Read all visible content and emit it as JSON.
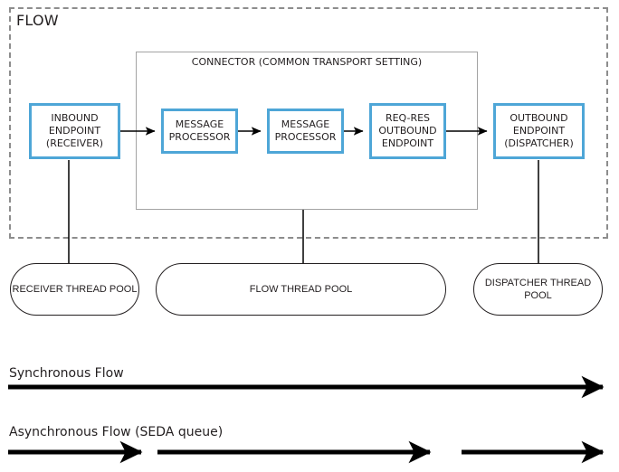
{
  "diagram": {
    "title": "FLOW",
    "connector": {
      "line1": "CONNECTOR",
      "line2": "(COMMON TRANSPORT SETTING)"
    },
    "nodes": {
      "inbound": {
        "line1": "INBOUND",
        "line2": "ENDPOINT",
        "line3": "(RECEIVER)"
      },
      "processor1": {
        "line1": "MESSAGE",
        "line2": "PROCESSOR"
      },
      "processor2": {
        "line1": "MESSAGE",
        "line2": "PROCESSOR"
      },
      "reqres": {
        "line1": "REQ-RES",
        "line2": "OUTBOUND",
        "line3": "ENDPOINT"
      },
      "outbound": {
        "line1": "OUTBOUND",
        "line2": "ENDPOINT",
        "line3": "(DISPATCHER)"
      }
    },
    "pools": {
      "receiver": {
        "line1": "RECEIVER",
        "line2": "THREAD POOL"
      },
      "flow": {
        "line1": "FLOW",
        "line2": "THREAD POOL"
      },
      "dispatcher": {
        "line1": "DISPATCHER",
        "line2": "THREAD POOL"
      }
    },
    "legend": {
      "synchronous": "Synchronous Flow",
      "asynchronous": "Asynchronous Flow (SEDA queue)"
    },
    "colors": {
      "node_border": "#4ea6d7",
      "dashed_border": "#8d8d8d",
      "connector_border": "#a3a3a3",
      "text": "#231f20",
      "arrow": "#000000"
    }
  }
}
